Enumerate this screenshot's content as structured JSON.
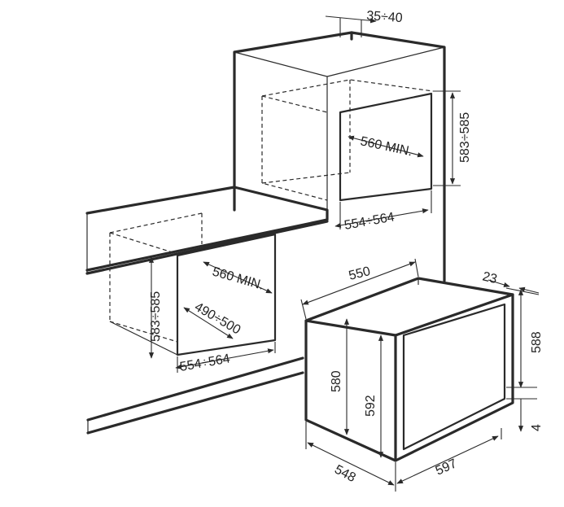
{
  "dimensions": {
    "recess_depth": "35÷40",
    "upper_niche_height": "583÷585",
    "upper_niche_depth": "560 MIN.",
    "upper_niche_width": "554÷564",
    "lower_niche_height": "583÷585",
    "lower_niche_depth": "560 MIN.",
    "lower_niche_inner": "490÷500",
    "lower_niche_width": "554÷564",
    "oven_top_depth": "550",
    "oven_front_offset": "23",
    "oven_front_height": "588",
    "oven_body_height": "580",
    "oven_inner_height": "592",
    "oven_bottom_offset": "4",
    "oven_depth": "548",
    "oven_width": "597"
  },
  "colors": {
    "line": "#2a2a2a",
    "text": "#222222",
    "background": "#ffffff"
  }
}
